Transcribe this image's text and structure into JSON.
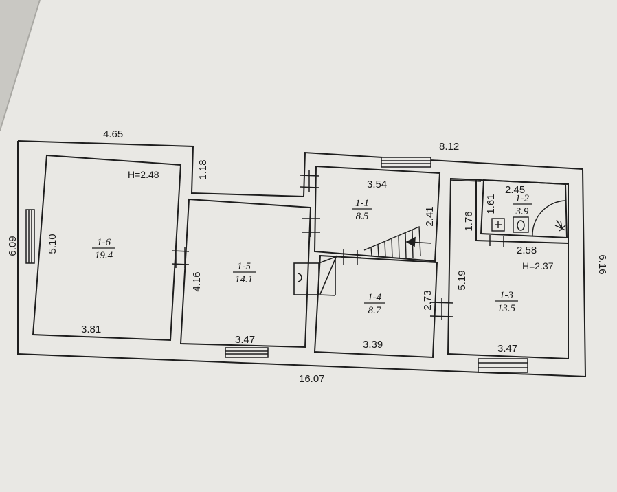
{
  "colors": {
    "paper": "#ecebe8",
    "ink": "#1e1e1e",
    "shadow": "#b9b8b4"
  },
  "dimensions": {
    "top_left_width": "4.65",
    "top_right_width": "8.12",
    "step_height": "1.18",
    "left_height": "6.09",
    "right_height": "6.16",
    "total_length": "16.07"
  },
  "rooms": {
    "r16": {
      "number": "1-6",
      "area": "19.4",
      "ceiling": "H=2.48",
      "height": "5.10",
      "width": "3.81"
    },
    "r15": {
      "number": "1-5",
      "area": "14.1",
      "height": "4.16",
      "width": "3.47"
    },
    "r11": {
      "number": "1-1",
      "area": "8.5",
      "width": "3.54",
      "height": "2.41"
    },
    "r14": {
      "number": "1-4",
      "area": "8.7",
      "height": "2.73",
      "width": "3.39"
    },
    "r12": {
      "number": "1-2",
      "area": "3.9",
      "width": "2.45",
      "height": "1.61"
    },
    "r13": {
      "number": "1-3",
      "area": "13.5",
      "ceiling": "H=2.37",
      "height": "5.19",
      "width": "3.47",
      "top_width": "2.58",
      "side_height": "1.76"
    }
  },
  "icons": [
    "window-icon",
    "door-icon",
    "stair-icon",
    "stove-icon",
    "toilet-icon",
    "sink-icon",
    "shower-icon",
    "arrow-icon"
  ]
}
